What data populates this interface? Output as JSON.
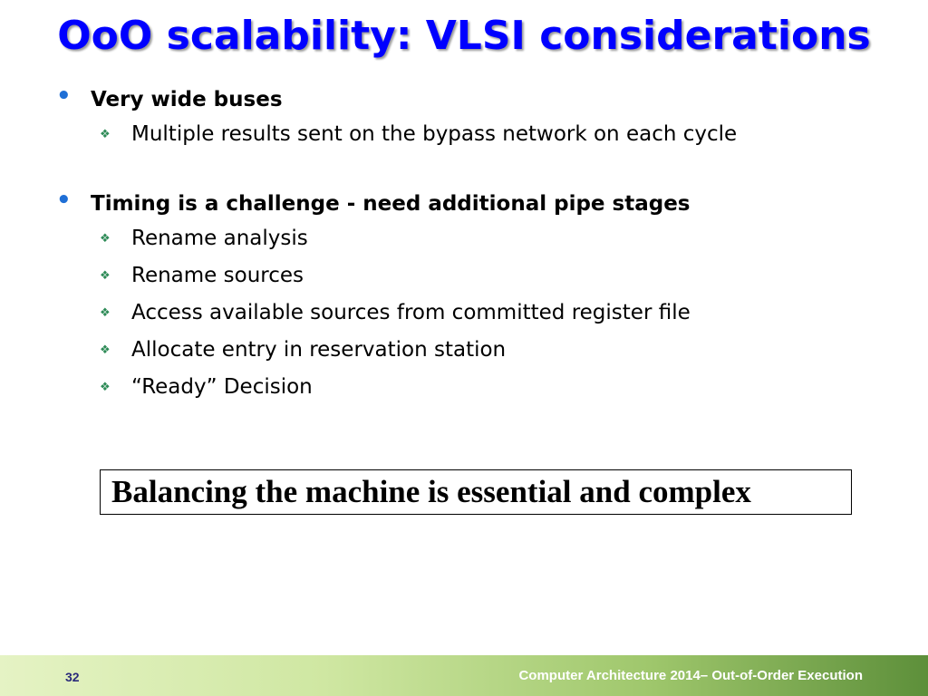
{
  "slide": {
    "title": "OoO scalability: VLSI considerations",
    "bullets": [
      {
        "text": "Very wide buses",
        "subitems": [
          "Multiple results sent on the bypass network on each cycle"
        ]
      },
      {
        "text": "Timing is a challenge - need additional pipe stages",
        "subitems": [
          "Rename analysis",
          "Rename sources",
          "Access available sources from committed register file",
          "Allocate entry in reservation station",
          "“Ready” Decision"
        ]
      }
    ],
    "conclusion": "Balancing the machine is essential and complex",
    "footer": {
      "page_number": "32",
      "text": "Computer Architecture 2014– Out-of-Order Execution"
    }
  },
  "colors": {
    "title": "#0000ff",
    "bullet": "#1f6fd6",
    "sub_bullet": "#2e8b57",
    "footer_start": "#e5f3c4",
    "footer_end": "#5d8f3a"
  },
  "icons": {
    "bullet": "round-bullet-icon",
    "sub_bullet": "diamond-bullet-icon"
  }
}
